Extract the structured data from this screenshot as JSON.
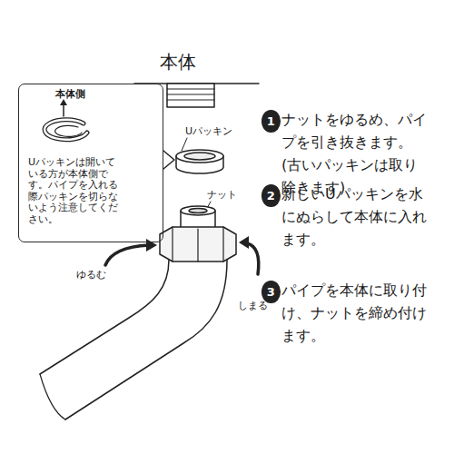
{
  "diagram": {
    "nodes": [
      {
        "text": [
          "本体側",
          "Uパッキンは開いている方が本体側です。パイプを入れる際パッキンを切らないよう注意してください。"
        ]
      },
      {
        "text": [
          "1"
        ]
      },
      {
        "text": [
          "2"
        ]
      },
      {
        "text": [
          "3"
        ]
      }
    ],
    "labels": [
      "本体",
      "Uパッキン",
      "ナット",
      "ゆるむ",
      "しまる",
      "ナットをゆるめ、パイプを引き抜きます。(古いパッキンは取り除きます)",
      "新しいUパッキンを水にぬらして本体に入れます。",
      "パイプを本体に取り付け、ナットを締め付けます。"
    ]
  }
}
